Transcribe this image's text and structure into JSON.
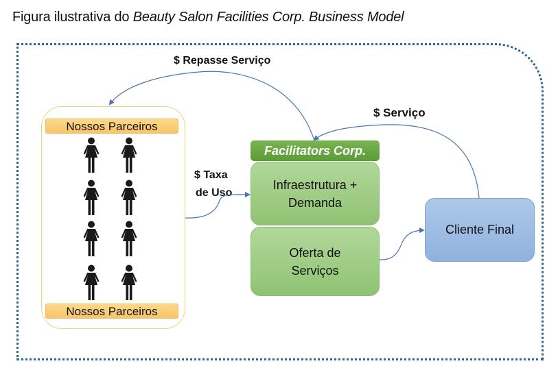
{
  "title": {
    "prefix": "Figura ilustrativa do ",
    "emphasis": "Beauty Salon Facilities Corp. Business Model"
  },
  "partners": {
    "label_top": "Nossos Parceiros",
    "label_bottom": "Nossos Parceiros",
    "icon": "woman-person-icon",
    "icon_count": 8
  },
  "facilitators": {
    "header": "Facilitators Corp.",
    "infra": "Infraestrutura + Demanda",
    "offer": "Oferta de Serviços"
  },
  "client": {
    "label": "Cliente Final"
  },
  "flows": {
    "repasse": "$  Repasse Serviço",
    "servico": "$  Serviço",
    "taxa_line1": "$  Taxa",
    "taxa_line2": "de Uso"
  },
  "colors": {
    "frame": "#2e6494",
    "arrow": "#4a74b4",
    "partner_border": "#f2d479",
    "partner_label": "#f8c56a",
    "green_header": "#5d9b38",
    "green_box": "#9fcd84",
    "client_box": "#9dbde3"
  }
}
